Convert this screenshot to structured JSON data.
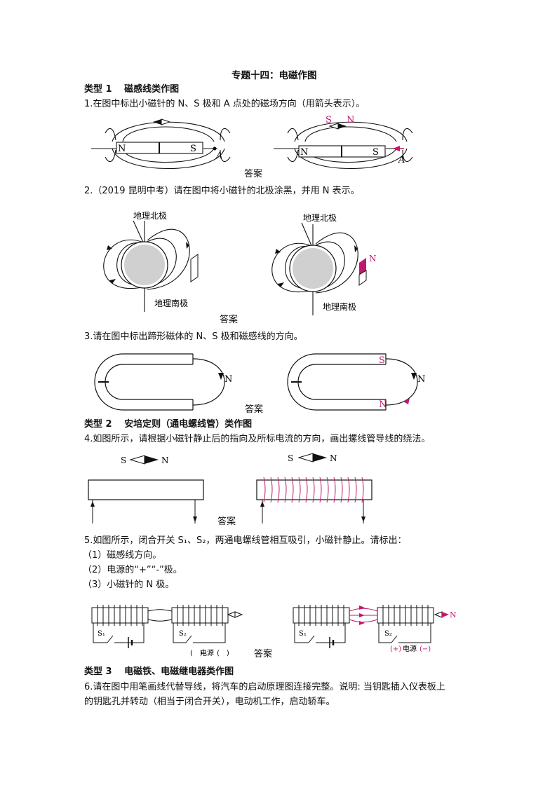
{
  "title": "专题十四：电磁作图",
  "section1": "类型 1　 磁感线类作图",
  "q1": "1.在图中标出小磁针的 N、S 极和 A 点处的磁场方向（用箭头表示）。",
  "q2": "2.（2019 昆明中考）请在图中将小磁针的北极涂黑，并用 N 表示。",
  "q3": "3.请在图中标出蹄形磁体的 N、S 极和磁感线的方向。",
  "section2": "类型 2　 安培定则（通电螺线管）类作图",
  "q4": "4.如图所示，请根据小磁针静止后的指向及所标电流的方向，画出螺线管导线的绕法。",
  "q5": "5.如图所示，闭合开关 S₁、S₂，两通电螺线管相互吸引，小磁针静止。请标出：",
  "q5_1": "（1）磁感线方向。",
  "q5_2": "（2）电源的“+”“-”极。",
  "q5_3": "（3）小磁针的 N 极。",
  "section3": "类型 3　 电磁铁、电磁继电器类作图",
  "q6_line1": "6.请在图中用笔画线代替导线，将汽车的启动原理图连接完整。说明: 当钥匙插入仪表板上",
  "q6_line2": "的钥匙孔并转动（相当于闭合开关），电动机工作，启动轿车。",
  "answer_label": "答案",
  "labels": {
    "N": "N",
    "S": "S",
    "A": "A",
    "geo_north": "地理北极",
    "geo_south": "地理南极",
    "power": "电源",
    "paren": "(　)",
    "plus": "(+)",
    "minus": "(−)",
    "s1": "S₁",
    "s2": "S₂"
  },
  "colors": {
    "accent": "#c0186f",
    "ink": "#111111"
  }
}
